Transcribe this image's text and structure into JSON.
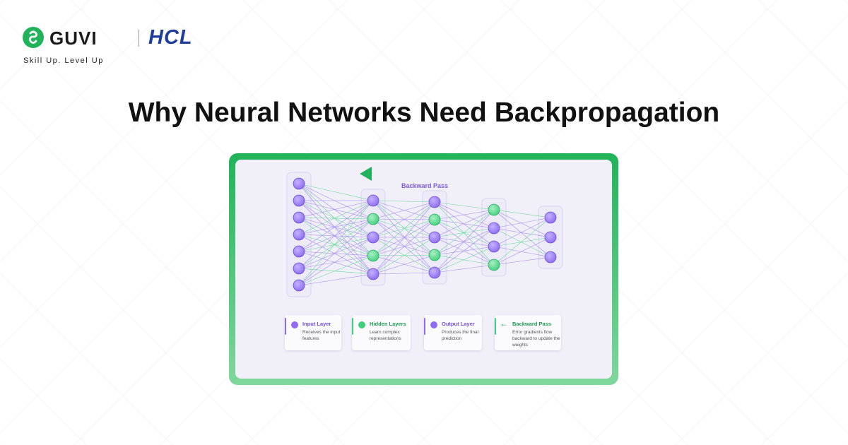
{
  "brand": {
    "guvi": "GUVI",
    "hcl": "HCL",
    "tagline": "Skill Up. Level Up",
    "colors": {
      "green": "#21b35b",
      "hcl_blue": "#1e3d9c"
    }
  },
  "title": "Why Neural Networks Need Backpropagation",
  "diagram": {
    "backward_pass_label": "Backward Pass",
    "colors": {
      "purple": "#8e6bf0",
      "green": "#3fd17a",
      "arrow_start": "#21b35b",
      "arrow_end": "#a98bf4"
    },
    "layers": [
      {
        "name": "input",
        "nodes": [
          "p",
          "p",
          "p",
          "p",
          "p",
          "p",
          "p"
        ]
      },
      {
        "name": "hidden-1",
        "nodes": [
          "p",
          "g",
          "p",
          "g",
          "p"
        ]
      },
      {
        "name": "hidden-2",
        "nodes": [
          "p",
          "g",
          "p",
          "g",
          "p"
        ]
      },
      {
        "name": "hidden-3",
        "nodes": [
          "g",
          "p",
          "p",
          "g"
        ]
      },
      {
        "name": "output",
        "nodes": [
          "p",
          "p",
          "p"
        ]
      }
    ]
  },
  "legend": [
    {
      "kind": "dot",
      "color": "purple",
      "title": "Input Layer",
      "desc": "Receives the input features"
    },
    {
      "kind": "dot",
      "color": "green",
      "title": "Hidden Layers",
      "desc": "Learn complex representations"
    },
    {
      "kind": "dot",
      "color": "purple",
      "title": "Output Layer",
      "desc": "Produces the final prediction"
    },
    {
      "kind": "arrow",
      "color": "green",
      "icon": "←",
      "title": "Backward Pass",
      "desc": "Error gradients flow backward to update the weights"
    }
  ]
}
